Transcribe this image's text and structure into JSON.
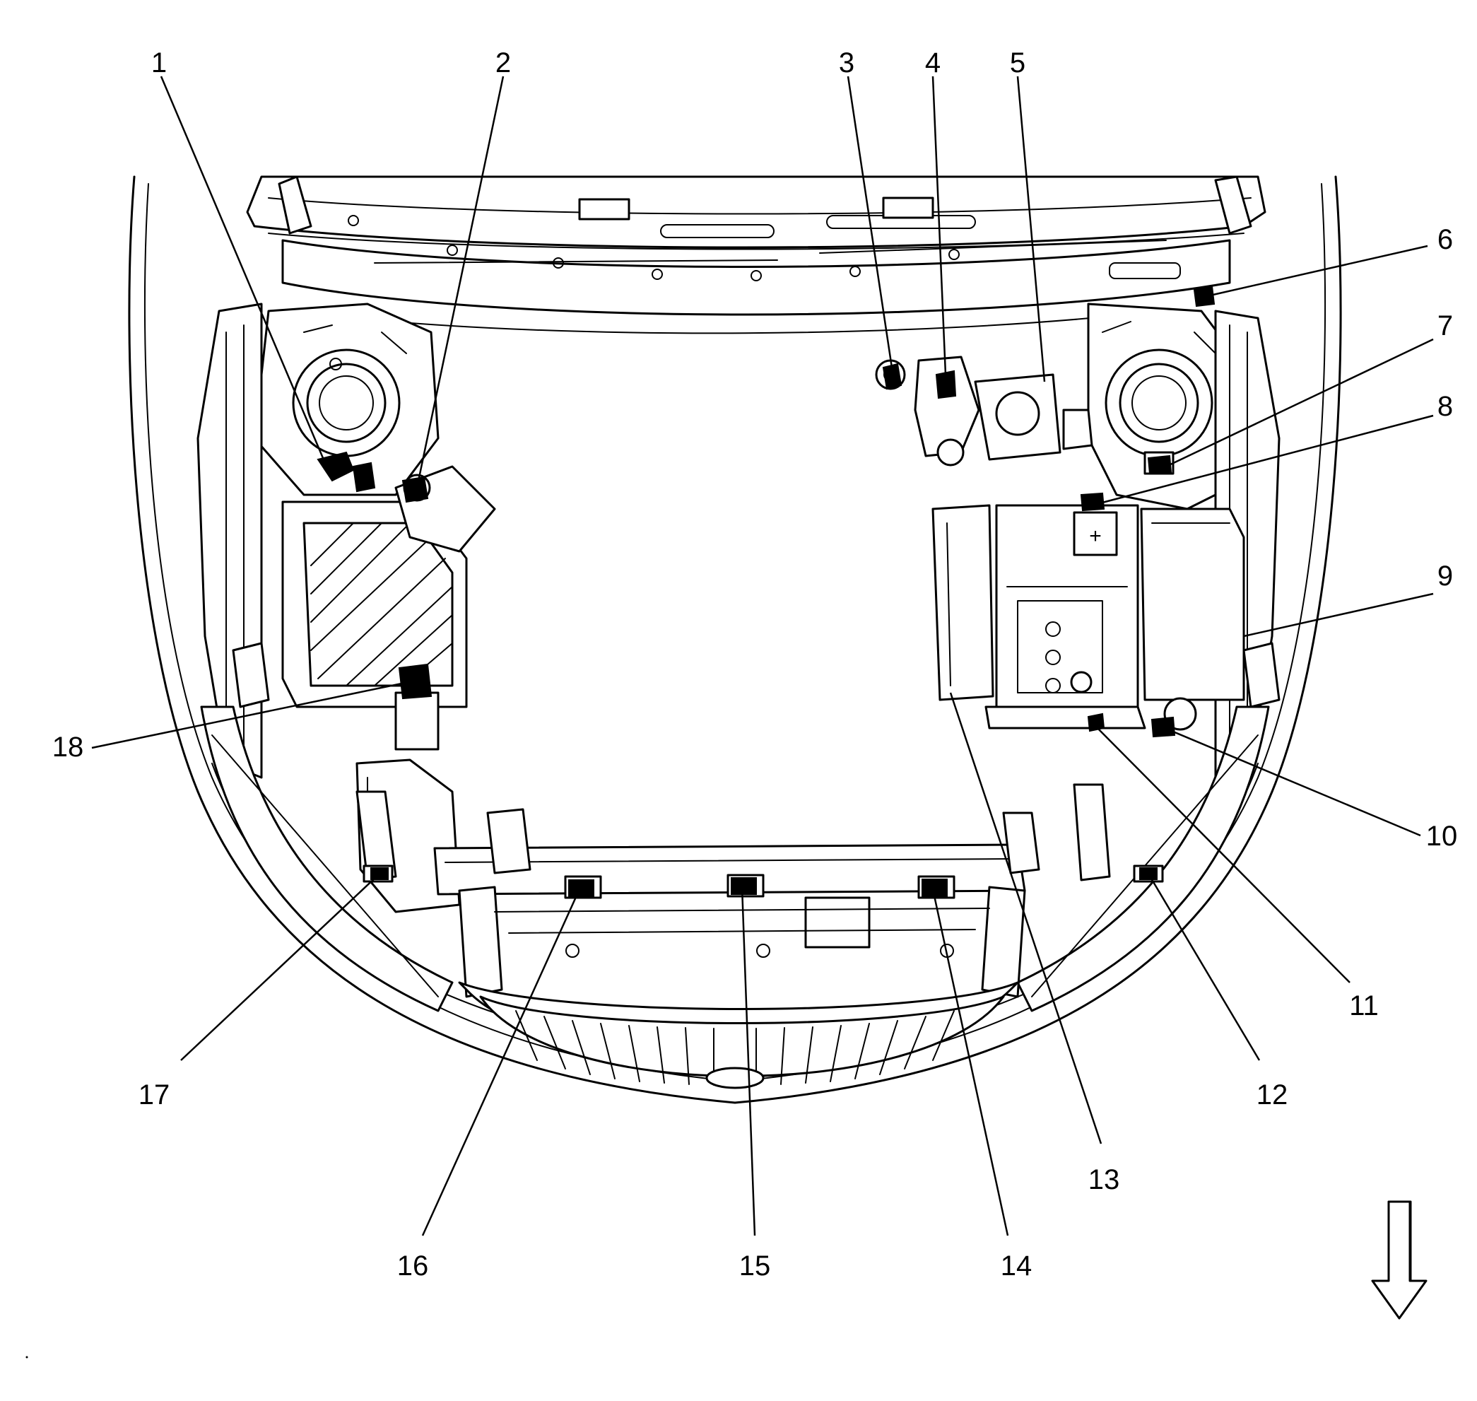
{
  "diagram": {
    "callouts": [
      {
        "id": 1,
        "label": "1"
      },
      {
        "id": 2,
        "label": "2"
      },
      {
        "id": 3,
        "label": "3"
      },
      {
        "id": 4,
        "label": "4"
      },
      {
        "id": 5,
        "label": "5"
      },
      {
        "id": 6,
        "label": "6"
      },
      {
        "id": 7,
        "label": "7"
      },
      {
        "id": 8,
        "label": "8"
      },
      {
        "id": 9,
        "label": "9"
      },
      {
        "id": 10,
        "label": "10"
      },
      {
        "id": 11,
        "label": "11"
      },
      {
        "id": 12,
        "label": "12"
      },
      {
        "id": 13,
        "label": "13"
      },
      {
        "id": 14,
        "label": "14"
      },
      {
        "id": 15,
        "label": "15"
      },
      {
        "id": 16,
        "label": "16"
      },
      {
        "id": 17,
        "label": "17"
      },
      {
        "id": 18,
        "label": "18"
      }
    ],
    "battery_symbol": "+",
    "direction_arrow": "arrow-down-icon",
    "colors": {
      "line": "#000000",
      "background": "#ffffff"
    }
  }
}
